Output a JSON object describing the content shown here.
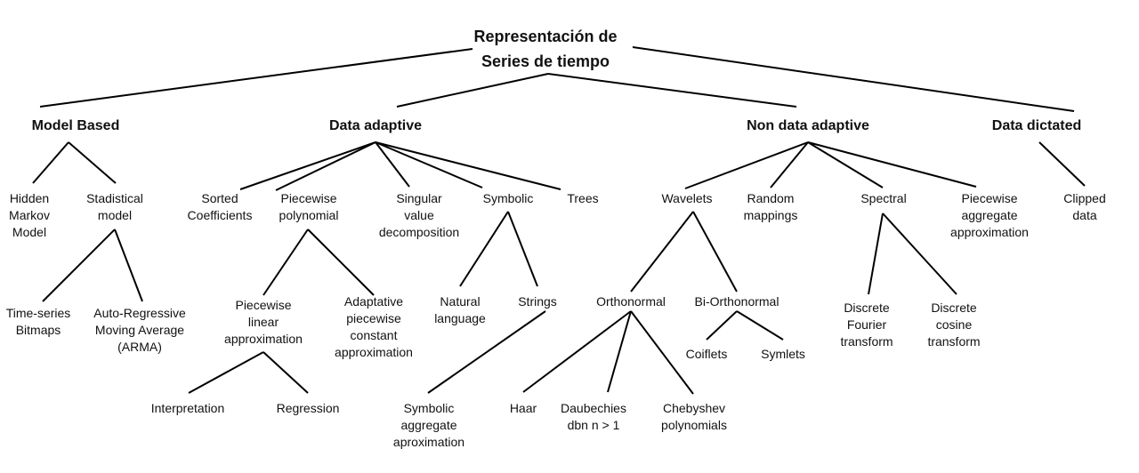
{
  "diagram": {
    "type": "tree",
    "line_color": "#000000",
    "nodes": [
      {
        "id": "root",
        "label": "Representación de\nSeries de tiempo",
        "parent": null,
        "level": "root"
      },
      {
        "id": "model_based",
        "label": "Model Based",
        "parent": "root",
        "level": "category"
      },
      {
        "id": "data_adaptive",
        "label": "Data adaptive",
        "parent": "root",
        "level": "category"
      },
      {
        "id": "non_data_adaptive",
        "label": "Non data adaptive",
        "parent": "root",
        "level": "category"
      },
      {
        "id": "data_dictated",
        "label": "Data dictated",
        "parent": "root",
        "level": "category"
      },
      {
        "id": "hmm",
        "label": "Hidden\nMarkov\nModel",
        "parent": "model_based",
        "level": "leaf"
      },
      {
        "id": "stat_model",
        "label": "Stadistical\nmodel",
        "parent": "model_based",
        "level": "leaf"
      },
      {
        "id": "ts_bitmaps",
        "label": "Time-series\nBitmaps",
        "parent": "stat_model",
        "level": "leaf"
      },
      {
        "id": "arma",
        "label": "Auto-Regressive\nMoving Average\n(ARMA)",
        "parent": "stat_model",
        "level": "leaf"
      },
      {
        "id": "sorted_coef",
        "label": "Sorted\nCoefficients",
        "parent": "data_adaptive",
        "level": "leaf"
      },
      {
        "id": "piecewise_poly",
        "label": "Piecewise\npolynomial",
        "parent": "data_adaptive",
        "level": "leaf"
      },
      {
        "id": "svd",
        "label": "Singular\nvalue\ndecomposition",
        "parent": "data_adaptive",
        "level": "leaf"
      },
      {
        "id": "symbolic",
        "label": "Symbolic",
        "parent": "data_adaptive",
        "level": "leaf"
      },
      {
        "id": "trees",
        "label": "Trees",
        "parent": "data_adaptive",
        "level": "leaf"
      },
      {
        "id": "pla",
        "label": "Piecewise\nlinear\napproximation",
        "parent": "piecewise_poly",
        "level": "leaf"
      },
      {
        "id": "apca",
        "label": "Adaptative\npiecewise\nconstant\napproximation",
        "parent": "piecewise_poly",
        "level": "leaf"
      },
      {
        "id": "interpretation",
        "label": "Interpretation",
        "parent": "pla",
        "level": "leaf"
      },
      {
        "id": "regression",
        "label": "Regression",
        "parent": "pla",
        "level": "leaf"
      },
      {
        "id": "natural_lang",
        "label": "Natural\nlanguage",
        "parent": "symbolic",
        "level": "leaf"
      },
      {
        "id": "strings",
        "label": "Strings",
        "parent": "symbolic",
        "level": "leaf"
      },
      {
        "id": "sax",
        "label": "Symbolic\naggregate\naproximation",
        "parent": "strings",
        "level": "leaf"
      },
      {
        "id": "wavelets",
        "label": "Wavelets",
        "parent": "non_data_adaptive",
        "level": "leaf"
      },
      {
        "id": "random_map",
        "label": "Random\nmappings",
        "parent": "non_data_adaptive",
        "level": "leaf"
      },
      {
        "id": "spectral",
        "label": "Spectral",
        "parent": "non_data_adaptive",
        "level": "leaf"
      },
      {
        "id": "paa",
        "label": "Piecewise\naggregate\napproximation",
        "parent": "non_data_adaptive",
        "level": "leaf"
      },
      {
        "id": "orthonormal",
        "label": "Orthonormal",
        "parent": "wavelets",
        "level": "leaf"
      },
      {
        "id": "bi_orthonormal",
        "label": "Bi-Orthonormal",
        "parent": "wavelets",
        "level": "leaf"
      },
      {
        "id": "haar",
        "label": "Haar",
        "parent": "orthonormal",
        "level": "leaf"
      },
      {
        "id": "daubechies",
        "label": "Daubechies\ndbn n > 1",
        "parent": "orthonormal",
        "level": "leaf"
      },
      {
        "id": "chebyshev",
        "label": "Chebyshev\npolynomials",
        "parent": "orthonormal",
        "level": "leaf"
      },
      {
        "id": "coiflets",
        "label": "Coiflets",
        "parent": "bi_orthonormal",
        "level": "leaf"
      },
      {
        "id": "symlets",
        "label": "Symlets",
        "parent": "bi_orthonormal",
        "level": "leaf"
      },
      {
        "id": "dft",
        "label": "Discrete\nFourier\ntransform",
        "parent": "spectral",
        "level": "leaf"
      },
      {
        "id": "dct",
        "label": "Discrete\ncosine\ntransform",
        "parent": "spectral",
        "level": "leaf"
      },
      {
        "id": "clipped",
        "label": "Clipped\ndata",
        "parent": "data_dictated",
        "level": "leaf"
      }
    ]
  }
}
